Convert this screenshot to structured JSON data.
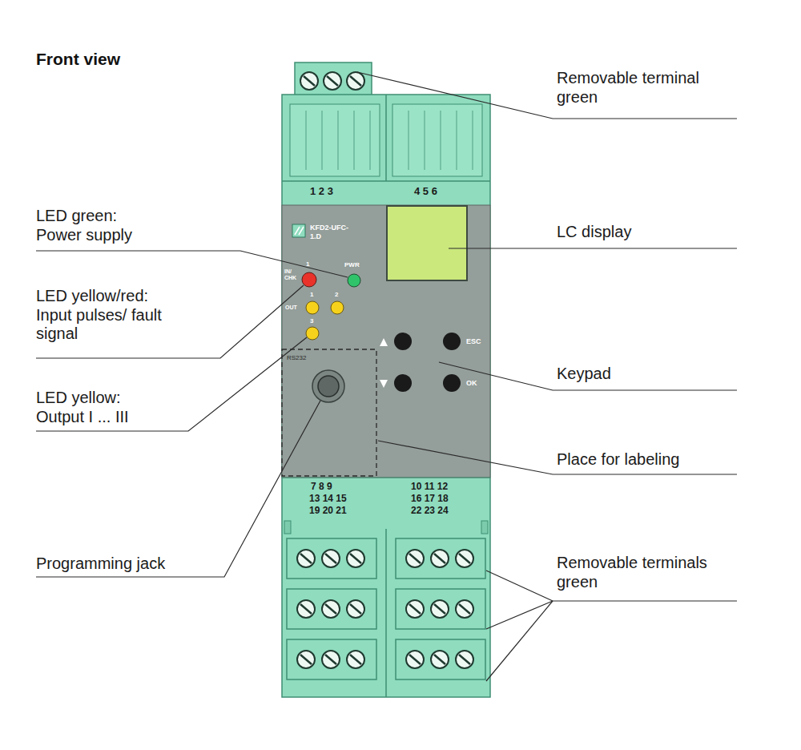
{
  "diagram": {
    "title": "Front view",
    "labels": [
      "Removable terminal green",
      "LED green: Power supply",
      "LC display",
      "LED yellow/red: Input pulses/ fault signal",
      "Keypad",
      "LED yellow: Output I ... III",
      "Place for labeling",
      "Programming jack",
      "Removable terminals green",
      "1 2 3",
      "4 5 6",
      "KFD2-UFC- 1.D",
      "1",
      "IN/ CHK",
      "PWR",
      "OUT",
      "1",
      "2",
      "3",
      "RS232",
      "ESC",
      "OK",
      "7 8 9",
      "13 14 15",
      "19 20 21",
      "10 11 12",
      "16 17 18",
      "22 23 24"
    ]
  }
}
